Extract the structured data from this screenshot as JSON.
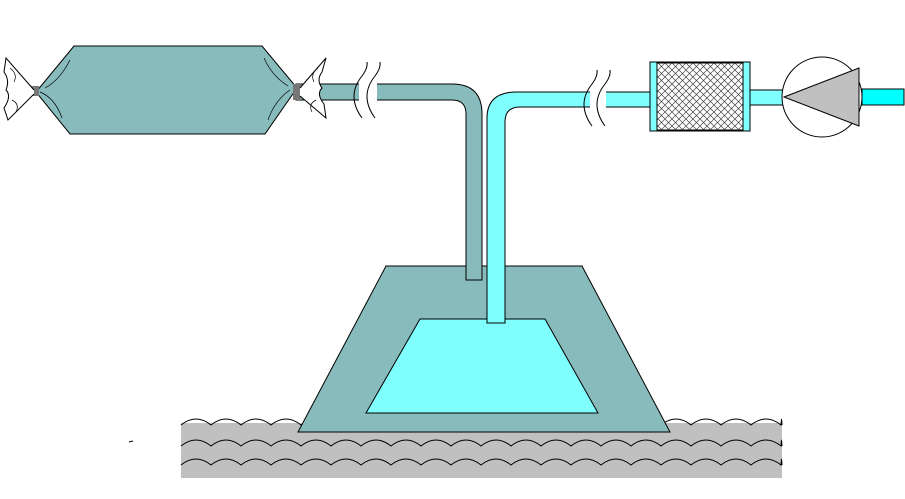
{
  "diagram": {
    "components": [
      "sample-bag",
      "bag-valve-left",
      "bag-valve-right",
      "sample-tube",
      "tube-break",
      "chamber-outer",
      "chamber-inner",
      "suction-tube",
      "filter",
      "pump",
      "outlet-tube",
      "soil-surface"
    ],
    "colors": {
      "bag": "#88bbbb",
      "sample_tube": "#88bbbb",
      "chamber_outer": "#88bbbb",
      "chamber_inner": "#80ffff",
      "suction_tube": "#80ffff",
      "outlet_tube": "#00ffff",
      "filter": "#ffffff",
      "pump_triangle": "#c0c0c0",
      "soil": "#c0c0c0",
      "outline": "#000000"
    }
  }
}
